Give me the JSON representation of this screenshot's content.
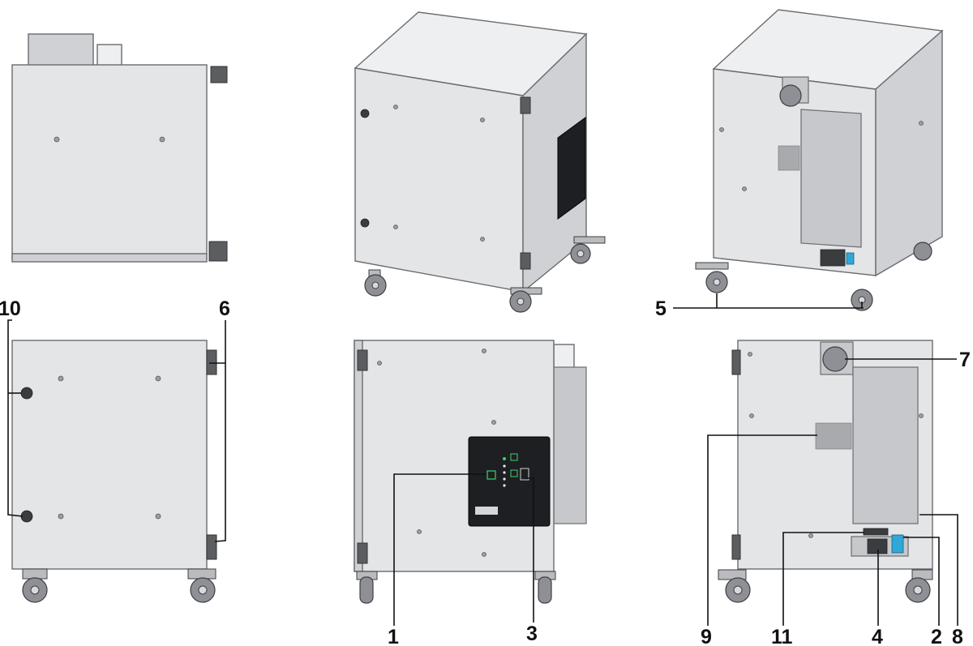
{
  "callouts": {
    "c1": "1",
    "c2": "2",
    "c3": "3",
    "c4": "4",
    "c5": "5",
    "c6": "6",
    "c7": "7",
    "c8": "8",
    "c9": "9",
    "c10": "10",
    "c11": "11"
  },
  "colors": {
    "housing": "#e4e5e7",
    "control_panel": "#1d1f22",
    "switch": "#2fa8d8",
    "outline": "#6a6c70"
  }
}
